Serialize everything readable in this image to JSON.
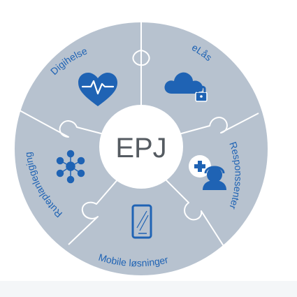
{
  "center": {
    "label": "EPJ"
  },
  "segments": [
    {
      "label": "Digihelse",
      "icon": "heart-pulse-icon"
    },
    {
      "label": "eLås",
      "icon": "cloud-lock-icon"
    },
    {
      "label": "Responssenter",
      "icon": "operator-headset-icon"
    },
    {
      "label": "Mobile løsninger",
      "icon": "smartphone-icon"
    },
    {
      "label": "Ruteplanlegging",
      "icon": "network-nodes-icon"
    }
  ],
  "colors": {
    "wheel": "#b7c2cf",
    "puzzle_lines": "#ffffff",
    "accent": "#1f63b4",
    "center_fill": "#ffffff",
    "center_text": "#555b61"
  }
}
